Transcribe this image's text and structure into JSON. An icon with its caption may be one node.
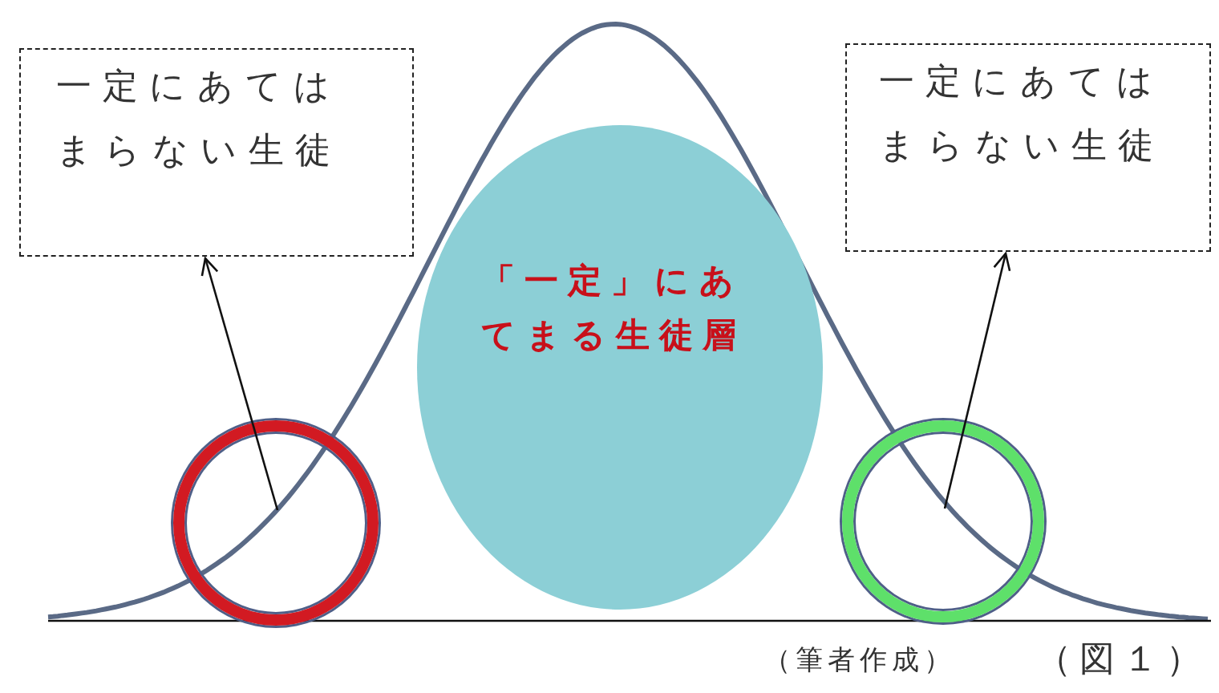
{
  "diagram": {
    "caption": "（図１）",
    "nodes": [
      {
        "text": [
          "一定にあてはまらない生徒"
        ]
      },
      {
        "text": [
          "一定にあてはまらない生徒"
        ]
      },
      {
        "text": [
          "「一定」にあてまる生徒層"
        ]
      },
      {
        "text": [],
        "shape": "circle"
      },
      {
        "text": [],
        "shape": "circle"
      }
    ],
    "edges": [
      {
        "from": 3,
        "to": 0,
        "arrow": "to"
      },
      {
        "from": 4,
        "to": 1,
        "arrow": "to"
      }
    ],
    "labels": [
      "（筆者作成）"
    ]
  }
}
